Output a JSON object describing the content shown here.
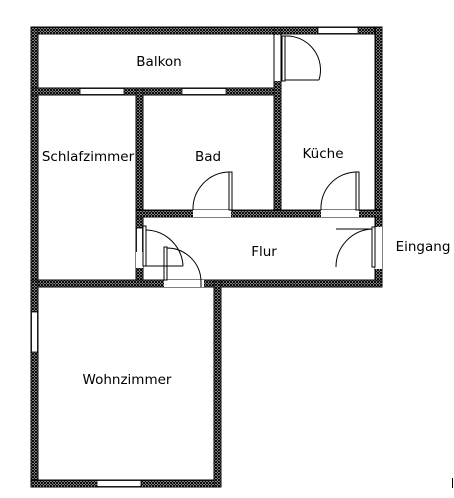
{
  "rooms": {
    "balkon": "Balkon",
    "schlafzimmer": "Schlafzimmer",
    "bad": "Bad",
    "kueche": "Küche",
    "flur": "Flur",
    "wohnzimmer": "Wohnzimmer"
  },
  "labels": {
    "eingang": "Eingang"
  },
  "colors": {
    "wall": "#000000",
    "hatch_bg": "#ffffff",
    "door_arc": "#000000",
    "window": "#ffffff"
  }
}
